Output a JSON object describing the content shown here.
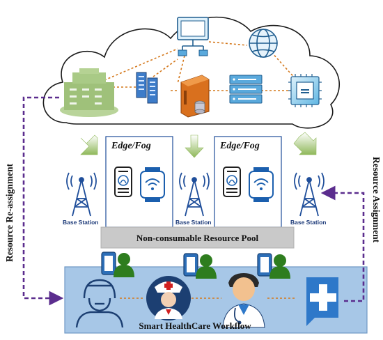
{
  "edge_fog": {
    "label_left": "Edge/Fog",
    "label_right": "Edge/Fog"
  },
  "base_stations": {
    "left": "Base Station",
    "middle": "Base Station",
    "right": "Base Station"
  },
  "resource_pool": {
    "label": "Non-consumable Resource Pool"
  },
  "workflow": {
    "label": "Smart HealthCare Workflow"
  },
  "side_labels": {
    "left": "Resource Re-assignment",
    "right": "Resource Assignment"
  },
  "colors": {
    "cloud_stroke": "#1a1a1a",
    "dotted_link": "#d4781c",
    "arrow_purple": "#5b2d8e",
    "pool_fill": "#c9c9c9",
    "workflow_fill": "#a7c7e7",
    "tower_blue": "#1f4e9a",
    "device_blue": "#1b5fae",
    "user_green": "#2e7d1e"
  }
}
